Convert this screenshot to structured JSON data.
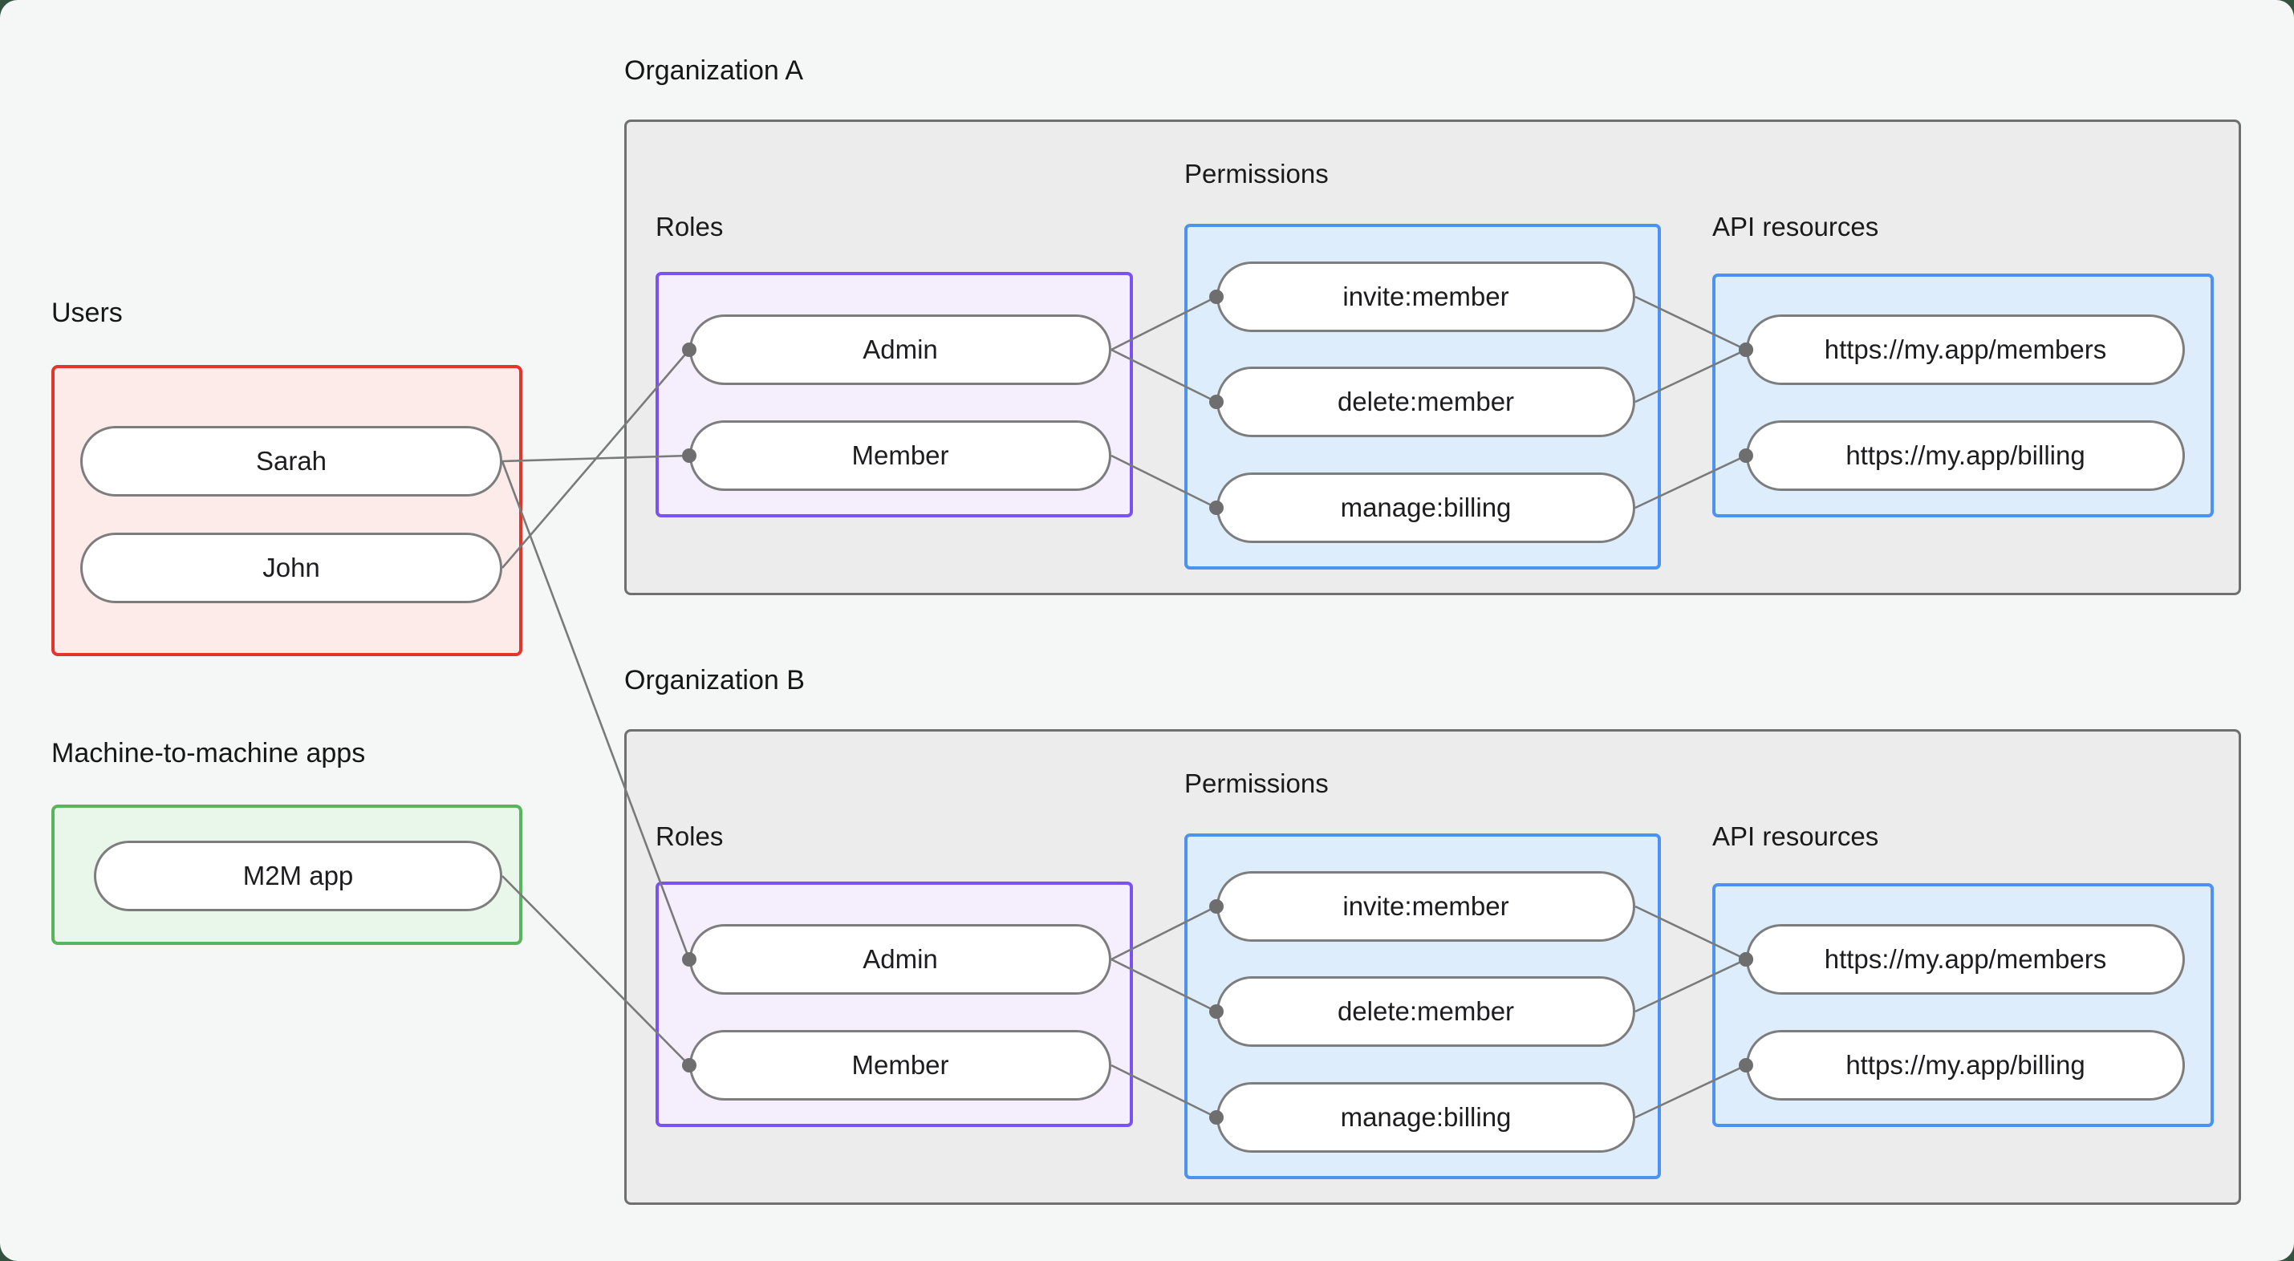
{
  "colors": {
    "page_background": "#f5f7f6",
    "outer_corner": "#33523f",
    "org_box_fill": "#ececec",
    "org_box_border": "#6f6f6f",
    "users_box_border": "#e0362b",
    "users_box_fill": "#fcebe9",
    "m2m_box_border": "#58b55e",
    "m2m_box_fill": "#e9f6ea",
    "roles_box_border": "#7a52f4",
    "roles_box_fill": "#f4eefd",
    "blue_box_border": "#4b92f1",
    "blue_box_fill": "#deedfb",
    "pill_border": "#7d7d7d",
    "edge_line": "#7a7a7a",
    "edge_dot": "#6e6e6e"
  },
  "left_column": {
    "users_label": "Users",
    "users": [
      {
        "id": "sarah",
        "label": "Sarah"
      },
      {
        "id": "john",
        "label": "John"
      }
    ],
    "m2m_label": "Machine-to-machine apps",
    "m2m_apps": [
      {
        "id": "m2m-app",
        "label": "M2M app"
      }
    ]
  },
  "orgs": [
    {
      "title": "Organization A",
      "roles_label": "Roles",
      "permissions_label": "Permissions",
      "api_label": "API resources",
      "roles": [
        {
          "id": "orgA-admin",
          "label": "Admin"
        },
        {
          "id": "orgA-member",
          "label": "Member"
        }
      ],
      "permissions": [
        {
          "id": "orgA-invite",
          "label": "invite:member"
        },
        {
          "id": "orgA-delete",
          "label": "delete:member"
        },
        {
          "id": "orgA-manage",
          "label": "manage:billing"
        }
      ],
      "api_resources": [
        {
          "id": "orgA-members",
          "label": "https://my.app/members"
        },
        {
          "id": "orgA-billing",
          "label": "https://my.app/billing"
        }
      ]
    },
    {
      "title": "Organization B",
      "roles_label": "Roles",
      "permissions_label": "Permissions",
      "api_label": "API resources",
      "roles": [
        {
          "id": "orgB-admin",
          "label": "Admin"
        },
        {
          "id": "orgB-member",
          "label": "Member"
        }
      ],
      "permissions": [
        {
          "id": "orgB-invite",
          "label": "invite:member"
        },
        {
          "id": "orgB-delete",
          "label": "delete:member"
        },
        {
          "id": "orgB-manage",
          "label": "manage:billing"
        }
      ],
      "api_resources": [
        {
          "id": "orgB-members",
          "label": "https://my.app/members"
        },
        {
          "id": "orgB-billing",
          "label": "https://my.app/billing"
        }
      ]
    }
  ],
  "edges": [
    {
      "from": "john",
      "to": "orgA-admin"
    },
    {
      "from": "sarah",
      "to": "orgA-member"
    },
    {
      "from": "sarah",
      "to": "orgB-admin"
    },
    {
      "from": "m2m-app",
      "to": "orgB-member"
    },
    {
      "from": "orgA-admin",
      "to": "orgA-invite"
    },
    {
      "from": "orgA-admin",
      "to": "orgA-delete"
    },
    {
      "from": "orgA-member",
      "to": "orgA-manage"
    },
    {
      "from": "orgA-invite",
      "to": "orgA-members"
    },
    {
      "from": "orgA-delete",
      "to": "orgA-members"
    },
    {
      "from": "orgA-manage",
      "to": "orgA-billing"
    },
    {
      "from": "orgB-admin",
      "to": "orgB-invite"
    },
    {
      "from": "orgB-admin",
      "to": "orgB-delete"
    },
    {
      "from": "orgB-member",
      "to": "orgB-manage"
    },
    {
      "from": "orgB-invite",
      "to": "orgB-members"
    },
    {
      "from": "orgB-delete",
      "to": "orgB-members"
    },
    {
      "from": "orgB-manage",
      "to": "orgB-billing"
    }
  ]
}
